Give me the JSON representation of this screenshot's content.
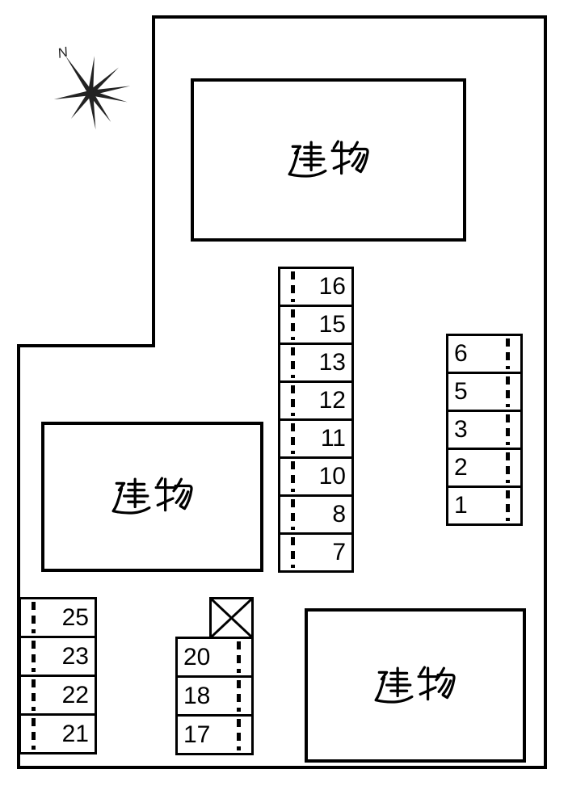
{
  "canvas": {
    "background_color": "#ffffff",
    "line_color": "#000000"
  },
  "compass": {
    "label": "N"
  },
  "buildings": [
    {
      "position": "top",
      "label": "建物"
    },
    {
      "position": "left",
      "label": "建物"
    },
    {
      "position": "bottom-right",
      "label": "建物"
    }
  ],
  "parking": {
    "middle_column": {
      "spaces": [
        "16",
        "15",
        "13",
        "12",
        "11",
        "10",
        "8",
        "7"
      ]
    },
    "right_column": {
      "spaces": [
        "6",
        "5",
        "3",
        "2",
        "1"
      ]
    },
    "bottom_left_column": {
      "spaces": [
        "25",
        "23",
        "22",
        "21"
      ]
    },
    "bottom_middle_column": {
      "spaces": [
        "20",
        "18",
        "17"
      ],
      "blocked_space_icon": "crossed-box"
    }
  }
}
